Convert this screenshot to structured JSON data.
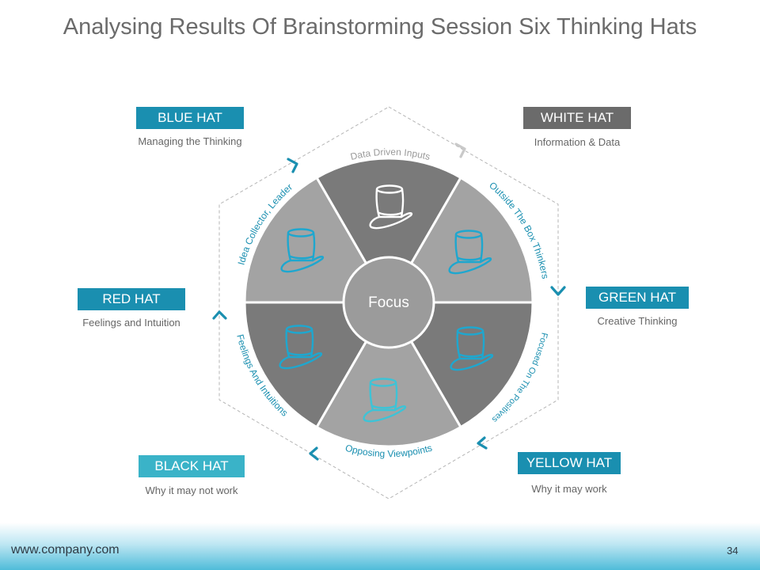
{
  "title": "Analysing Results Of Brainstorming Session Six Thinking Hats",
  "center_label": "Focus",
  "hats": [
    {
      "label": "BLUE HAT",
      "description": "Managing the Thinking",
      "color": "#1a8fb0"
    },
    {
      "label": "WHITE HAT",
      "description": "Information & Data",
      "color": "#6b6b6b"
    },
    {
      "label": "GREEN HAT",
      "description": "Creative Thinking",
      "color": "#1a8fb0"
    },
    {
      "label": "YELLOW HAT",
      "description": "Why it may work",
      "color": "#1a8fb0"
    },
    {
      "label": "BLACK HAT",
      "description": "Why it may not work",
      "color": "#3ab3c8"
    },
    {
      "label": "RED HAT",
      "description": "Feelings and Intuition",
      "color": "#1a8fb0"
    }
  ],
  "arc_labels": {
    "top": "Data Driven Inputs",
    "upper_right": "Outside The Box Thinkers",
    "lower_right": "Focused On The Positives",
    "bottom": "Opposing  Viewpoints",
    "lower_left": "Feelings And Intuitions",
    "upper_left": "Idea Collector, Leader"
  },
  "colors": {
    "segment_dark": "#7a7a7a",
    "segment_light": "#a3a3a3",
    "center": "#9b9b9b",
    "accent": "#1a8fb0",
    "arc_text": "#1a8fb0",
    "arc_text_top": "#9a9a9a"
  },
  "footer": {
    "url": "www.company.com",
    "page": "34"
  }
}
